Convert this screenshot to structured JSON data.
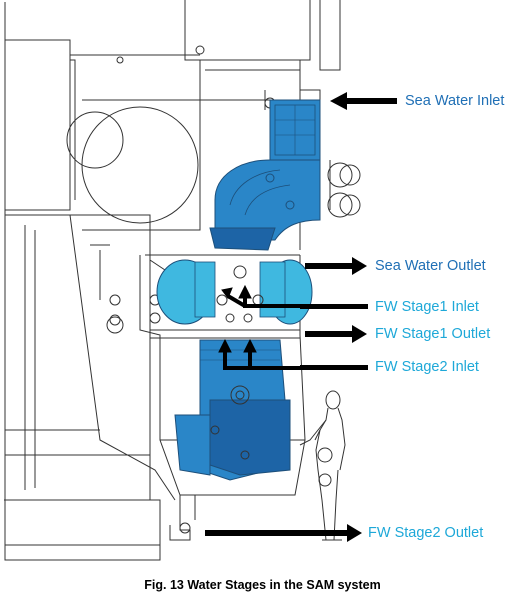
{
  "labels": {
    "sea_water_inlet": "Sea Water Inlet",
    "sea_water_outlet": "Sea Water Outlet",
    "fw_stage1_inlet": "FW Stage1 Inlet",
    "fw_stage1_outlet": "FW Stage1 Outlet",
    "fw_stage2_inlet": "FW Stage2 Inlet",
    "fw_stage2_outlet": "FW Stage2 Outlet"
  },
  "caption": "Fig. 13  Water Stages in the SAM system",
  "colors": {
    "sea_water_label": "#1f6fb5",
    "fw_label": "#1ea8d8",
    "sea_water_fill": "#2a86c8",
    "sea_water_fill_dark": "#1d64a6",
    "fw_fill": "#3fb8e0",
    "line": "#333333",
    "arrow": "#000000"
  }
}
